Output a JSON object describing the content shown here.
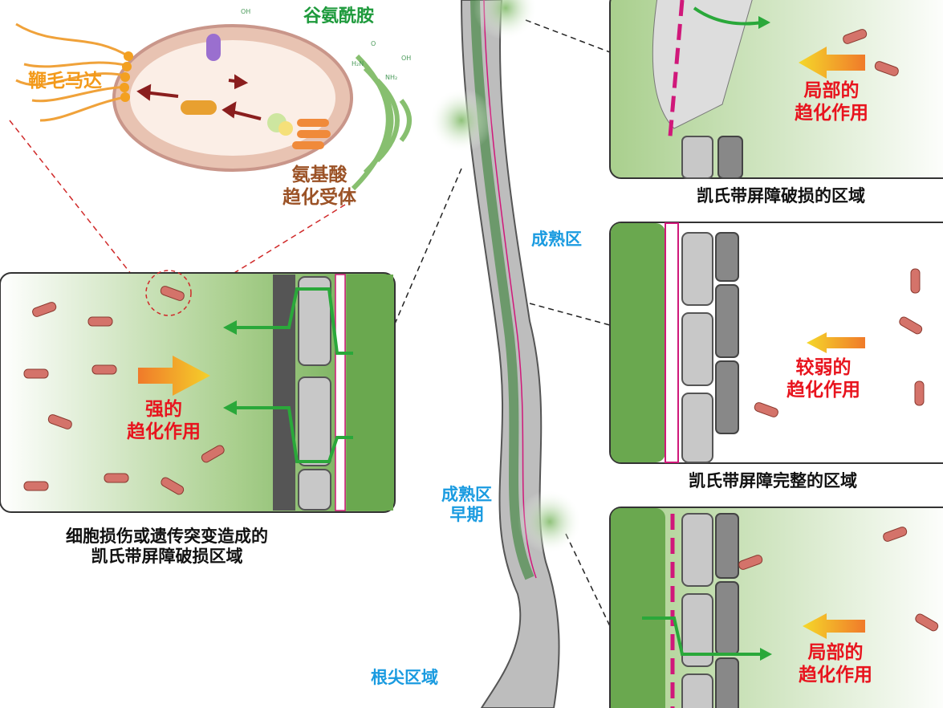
{
  "labels": {
    "glutamine": "谷氨酰胺",
    "flagellar_motor": "鞭毛马达",
    "receptor_line1": "氨基酸",
    "receptor_line2": "趋化受体",
    "strong_line1": "强的",
    "strong_line2": "趋化作用",
    "left_caption_line1": "细胞损伤或遗传突变造成的",
    "left_caption_line2": "凯氏带屏障破损区域",
    "mature_zone": "成熟区",
    "early_mature_line1": "成熟区",
    "early_mature_line2": "早期",
    "root_tip": "根尖区域",
    "top_local_line1": "局部的",
    "top_local_line2": "趋化作用",
    "top_caption": "凯氏带屏障破损的区域",
    "weak_line1": "较弱的",
    "weak_line2": "趋化作用",
    "mid_caption": "凯氏带屏障完整的区域",
    "bottom_local_line1": "局部的",
    "bottom_local_line2": "趋化作用"
  },
  "chem": {
    "nh2": "NH₂",
    "oh": "OH",
    "h2n": "H₂N",
    "o": "O"
  },
  "colors": {
    "root_green": "#6aa84f",
    "bacteria": "#d4736a",
    "arrow_green": "#2aa83a",
    "barrier_magenta": "#d0187a"
  }
}
